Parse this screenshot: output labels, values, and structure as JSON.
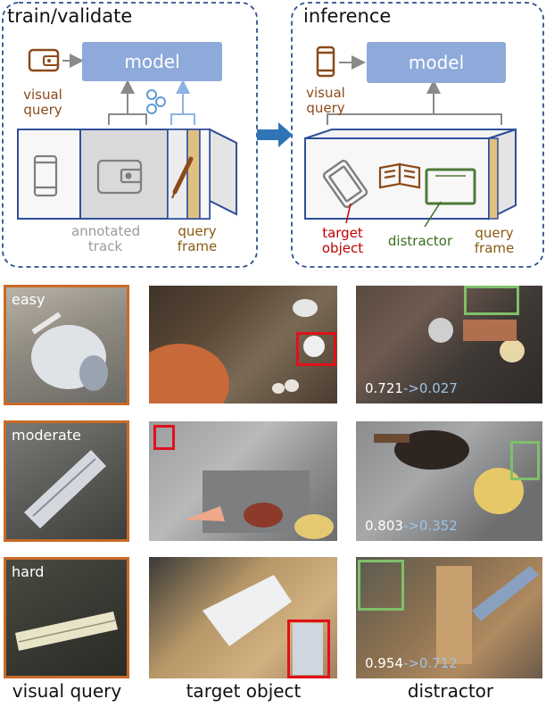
{
  "top_left": {
    "title": "train/validate",
    "model": "model",
    "visual_query": [
      "visual",
      "query"
    ],
    "annotated_track": [
      "annotated",
      "track"
    ],
    "query_frame": [
      "query",
      "frame"
    ]
  },
  "top_right": {
    "title": "inference",
    "model": "model",
    "visual_query": [
      "visual",
      "query"
    ],
    "target_object": [
      "target",
      "object"
    ],
    "distractor": "distractor",
    "query_frame": [
      "query",
      "frame"
    ]
  },
  "rows": [
    {
      "difficulty": "easy",
      "score_before": "0.721",
      "score_after": "->0.027"
    },
    {
      "difficulty": "moderate",
      "score_before": "0.803",
      "score_after": "->0.352"
    },
    {
      "difficulty": "hard",
      "score_before": "0.954",
      "score_after": "->0.712"
    }
  ],
  "columns": [
    "visual query",
    "target object",
    "distractor"
  ],
  "colors": {
    "dash_border": "#2f4f8f",
    "model_box": "#8eaadb",
    "track_border": "#2f4f9a",
    "query_brown": "#8c4a1a",
    "target_red": "#c00000",
    "distractor_green": "#3a6e1f",
    "bbox_red": "#e0101a",
    "bbox_green": "#7fc06a",
    "thumb_orange": "#c86a28"
  },
  "icons": [
    "wallet-icon",
    "phone-icon",
    "pen-icon",
    "tablet-icon",
    "book-icon",
    "monitor-icon",
    "arrow-right-icon",
    "attention-icon"
  ]
}
